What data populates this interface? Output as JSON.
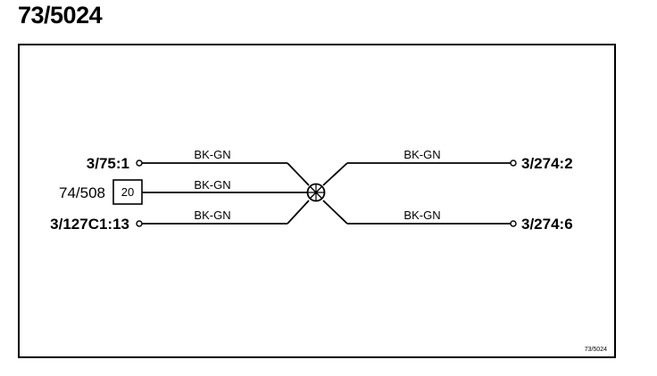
{
  "title": "73/5024",
  "footer_id": "73/5024",
  "connectors": {
    "left_top": "3/75:1",
    "left_middle_ref": "74/508",
    "left_middle_pin": "20",
    "left_bottom": "3/127C1:13",
    "right_top": "3/274:2",
    "right_bottom": "3/274:6"
  },
  "wires": {
    "left_top_color": "BK-GN",
    "left_middle_color": "BK-GN",
    "left_bottom_color": "BK-GN",
    "right_top_color": "BK-GN",
    "right_bottom_color": "BK-GN"
  },
  "splice_icon": "splice-node-icon",
  "colors": {
    "line": "#000000",
    "background": "#ffffff"
  }
}
